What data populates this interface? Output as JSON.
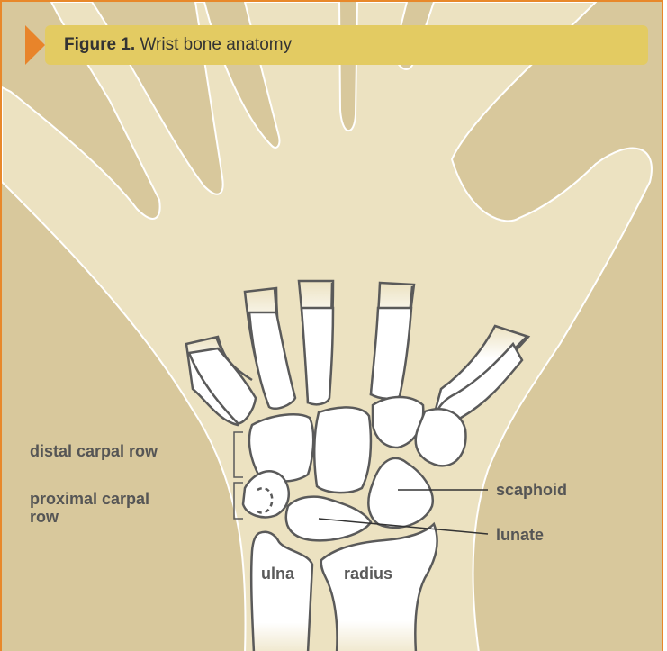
{
  "figure": {
    "number": "Figure 1.",
    "title": "Wrist bone anatomy"
  },
  "labels": {
    "distal_carpal_row": "distal carpal row",
    "proximal_carpal_row_line1": "proximal carpal",
    "proximal_carpal_row_line2": "row",
    "scaphoid": "scaphoid",
    "lunate": "lunate",
    "ulna": "ulna",
    "radius": "radius"
  },
  "colors": {
    "background": "#d8c89c",
    "hand": "#ece2c1",
    "bone": "#ffffff",
    "bone_outline": "#5a5a5a",
    "frame": "#e8882a",
    "title_bar": "#e3cb62",
    "title_arrow": "#e8842a"
  }
}
